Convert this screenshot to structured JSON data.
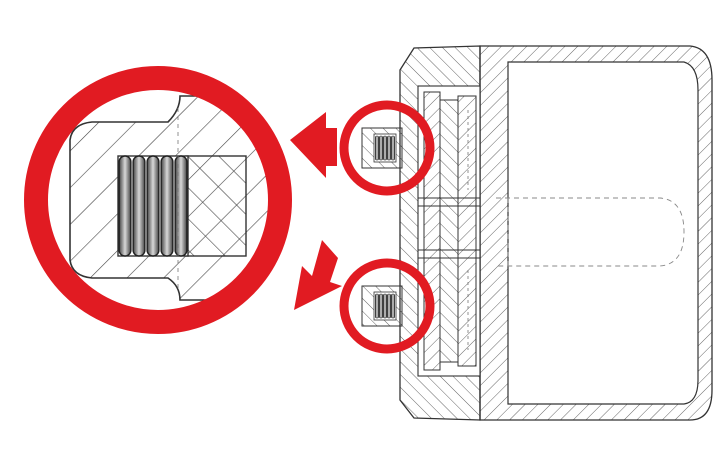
{
  "diagram": {
    "kind": "mechanical cross-section with thread detail callouts",
    "colors": {
      "callout": "#e11b22",
      "line": "#3a3a3a",
      "hatch": "#555555",
      "thread": "#444444",
      "background": "#ffffff"
    },
    "callouts": [
      {
        "name": "upper-thread-detail"
      },
      {
        "name": "lower-thread-detail"
      }
    ],
    "magnified_view": {
      "name": "magnified-thread-detail"
    }
  }
}
